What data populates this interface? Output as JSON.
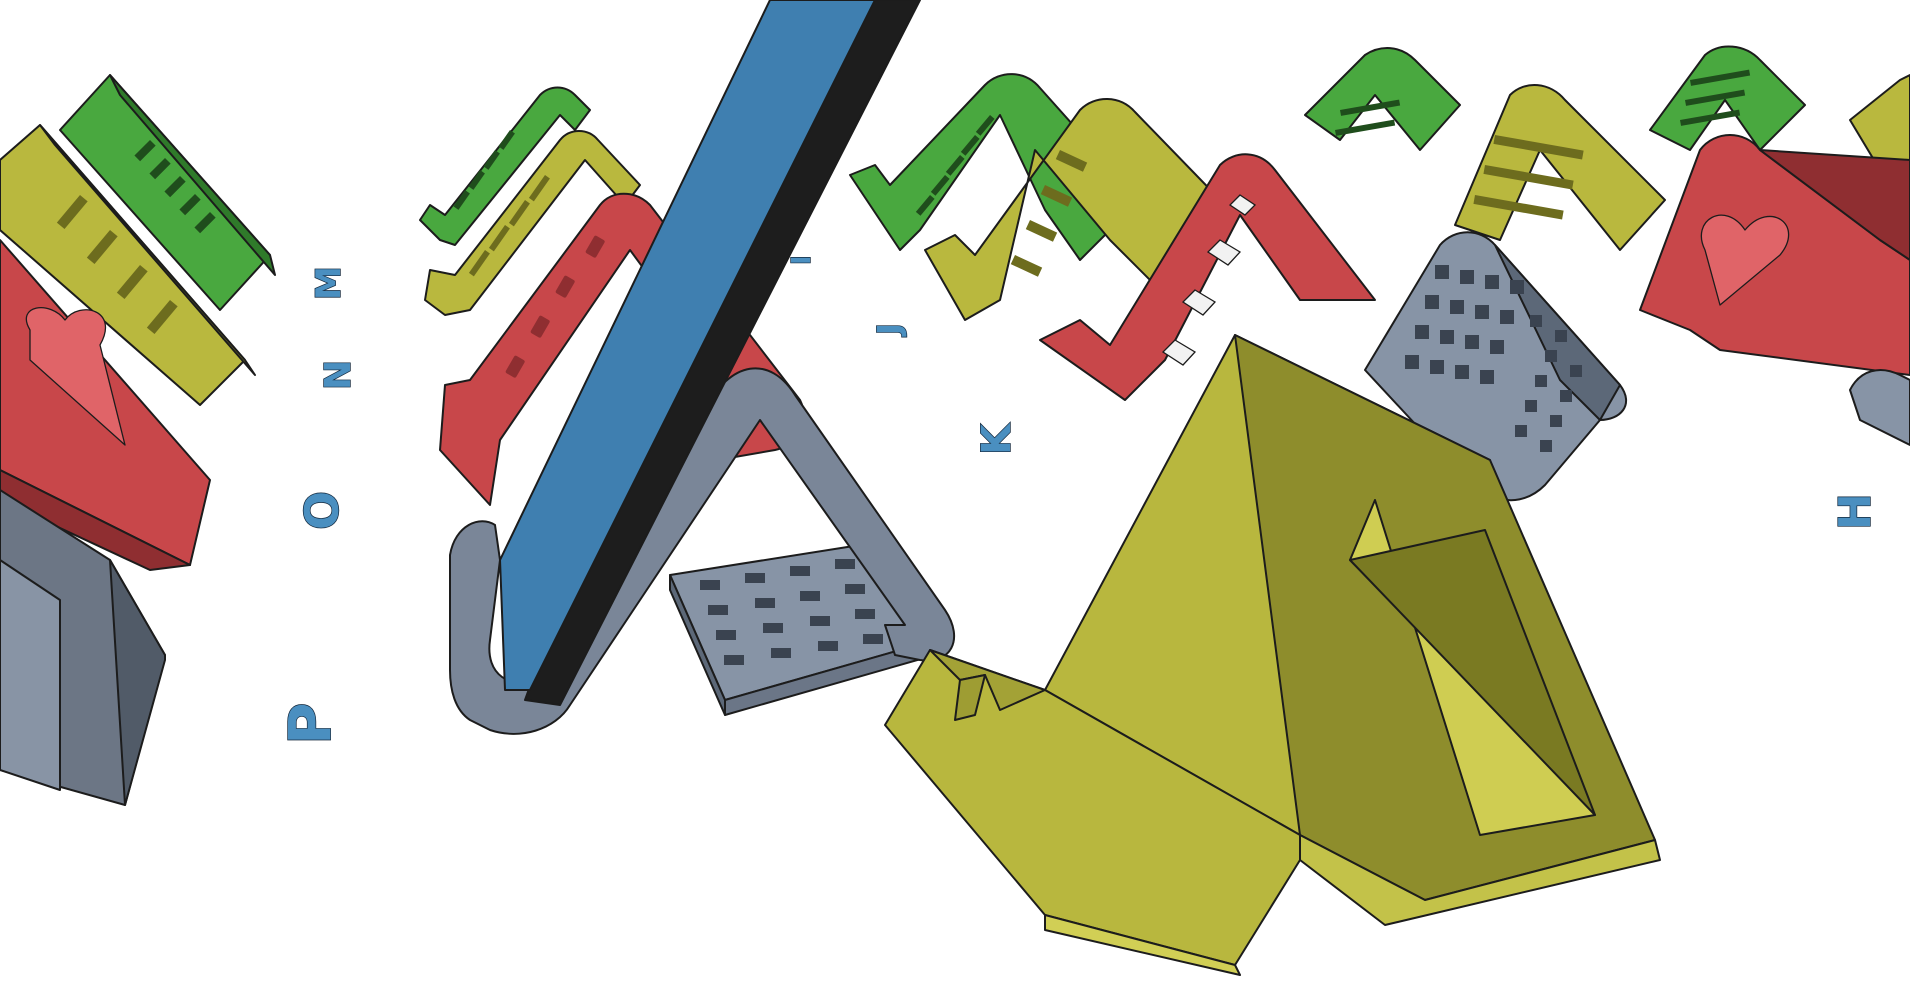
{
  "scene": {
    "colors": {
      "background": "#ffffff",
      "green": "#49a83f",
      "green_dark": "#2f7a2a",
      "olive": "#b9b83e",
      "olive_dark": "#8c8b2a",
      "red": "#c8474a",
      "red_dark": "#8f2e31",
      "slate": "#8794a6",
      "slate_dark": "#5c6878",
      "blue": "#3f7fb0",
      "blue_edge": "#1d1d1d",
      "yellow": "#b8b73e",
      "yellow_dark": "#8e8d2c",
      "yellow_light": "#cfcd52",
      "letter": "#4a8fc0"
    },
    "letters": {
      "m": "M",
      "n": "N",
      "o": "O",
      "p": "P",
      "i": "I",
      "j": "J",
      "k": "K",
      "h": "H"
    }
  }
}
